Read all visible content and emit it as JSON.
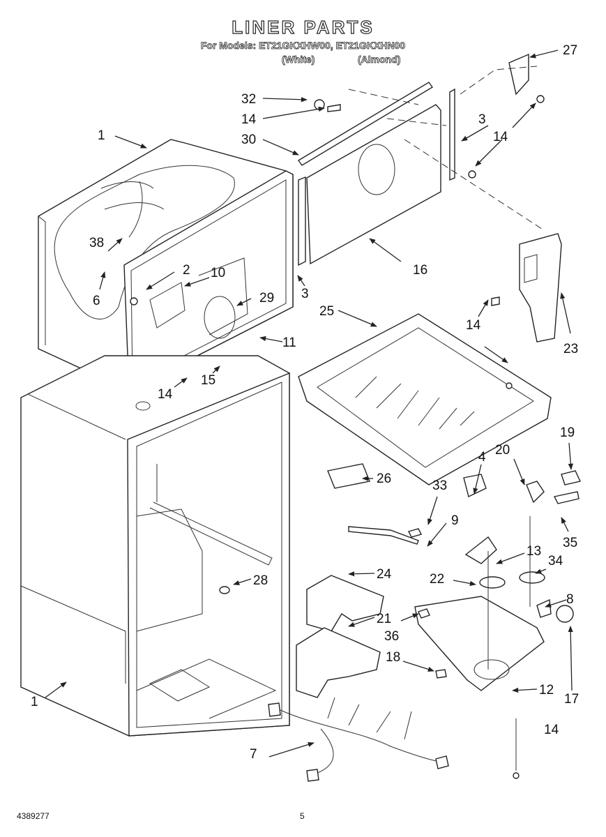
{
  "header": {
    "title": "LINER PARTS",
    "models": "For Models: ET21GKXHW00, ET21GKXHN00",
    "color_white": "(White)",
    "color_almond": "(Almond)"
  },
  "callouts": [
    {
      "id": "c1a",
      "label": "1"
    },
    {
      "id": "c1b",
      "label": "1"
    },
    {
      "id": "c2",
      "label": "2"
    },
    {
      "id": "c3a",
      "label": "3"
    },
    {
      "id": "c3b",
      "label": "3"
    },
    {
      "id": "c4",
      "label": "4"
    },
    {
      "id": "c6",
      "label": "6"
    },
    {
      "id": "c7",
      "label": "7"
    },
    {
      "id": "c8",
      "label": "8"
    },
    {
      "id": "c9",
      "label": "9"
    },
    {
      "id": "c10",
      "label": "10"
    },
    {
      "id": "c11",
      "label": "11"
    },
    {
      "id": "c12",
      "label": "12"
    },
    {
      "id": "c13",
      "label": "13"
    },
    {
      "id": "c14a",
      "label": "14"
    },
    {
      "id": "c14b",
      "label": "14"
    },
    {
      "id": "c14c",
      "label": "14"
    },
    {
      "id": "c14d",
      "label": "14"
    },
    {
      "id": "c14e",
      "label": "14"
    },
    {
      "id": "c15",
      "label": "15"
    },
    {
      "id": "c16",
      "label": "16"
    },
    {
      "id": "c17",
      "label": "17"
    },
    {
      "id": "c18",
      "label": "18"
    },
    {
      "id": "c19",
      "label": "19"
    },
    {
      "id": "c20",
      "label": "20"
    },
    {
      "id": "c21",
      "label": "21"
    },
    {
      "id": "c22",
      "label": "22"
    },
    {
      "id": "c23",
      "label": "23"
    },
    {
      "id": "c24",
      "label": "24"
    },
    {
      "id": "c25",
      "label": "25"
    },
    {
      "id": "c26",
      "label": "26"
    },
    {
      "id": "c27",
      "label": "27"
    },
    {
      "id": "c28",
      "label": "28"
    },
    {
      "id": "c29",
      "label": "29"
    },
    {
      "id": "c30",
      "label": "30"
    },
    {
      "id": "c32",
      "label": "32"
    },
    {
      "id": "c33",
      "label": "33"
    },
    {
      "id": "c34",
      "label": "34"
    },
    {
      "id": "c35",
      "label": "35"
    },
    {
      "id": "c36",
      "label": "36"
    },
    {
      "id": "c38",
      "label": "38"
    }
  ],
  "footer": {
    "doc_number": "4389277",
    "page_number": "5"
  }
}
